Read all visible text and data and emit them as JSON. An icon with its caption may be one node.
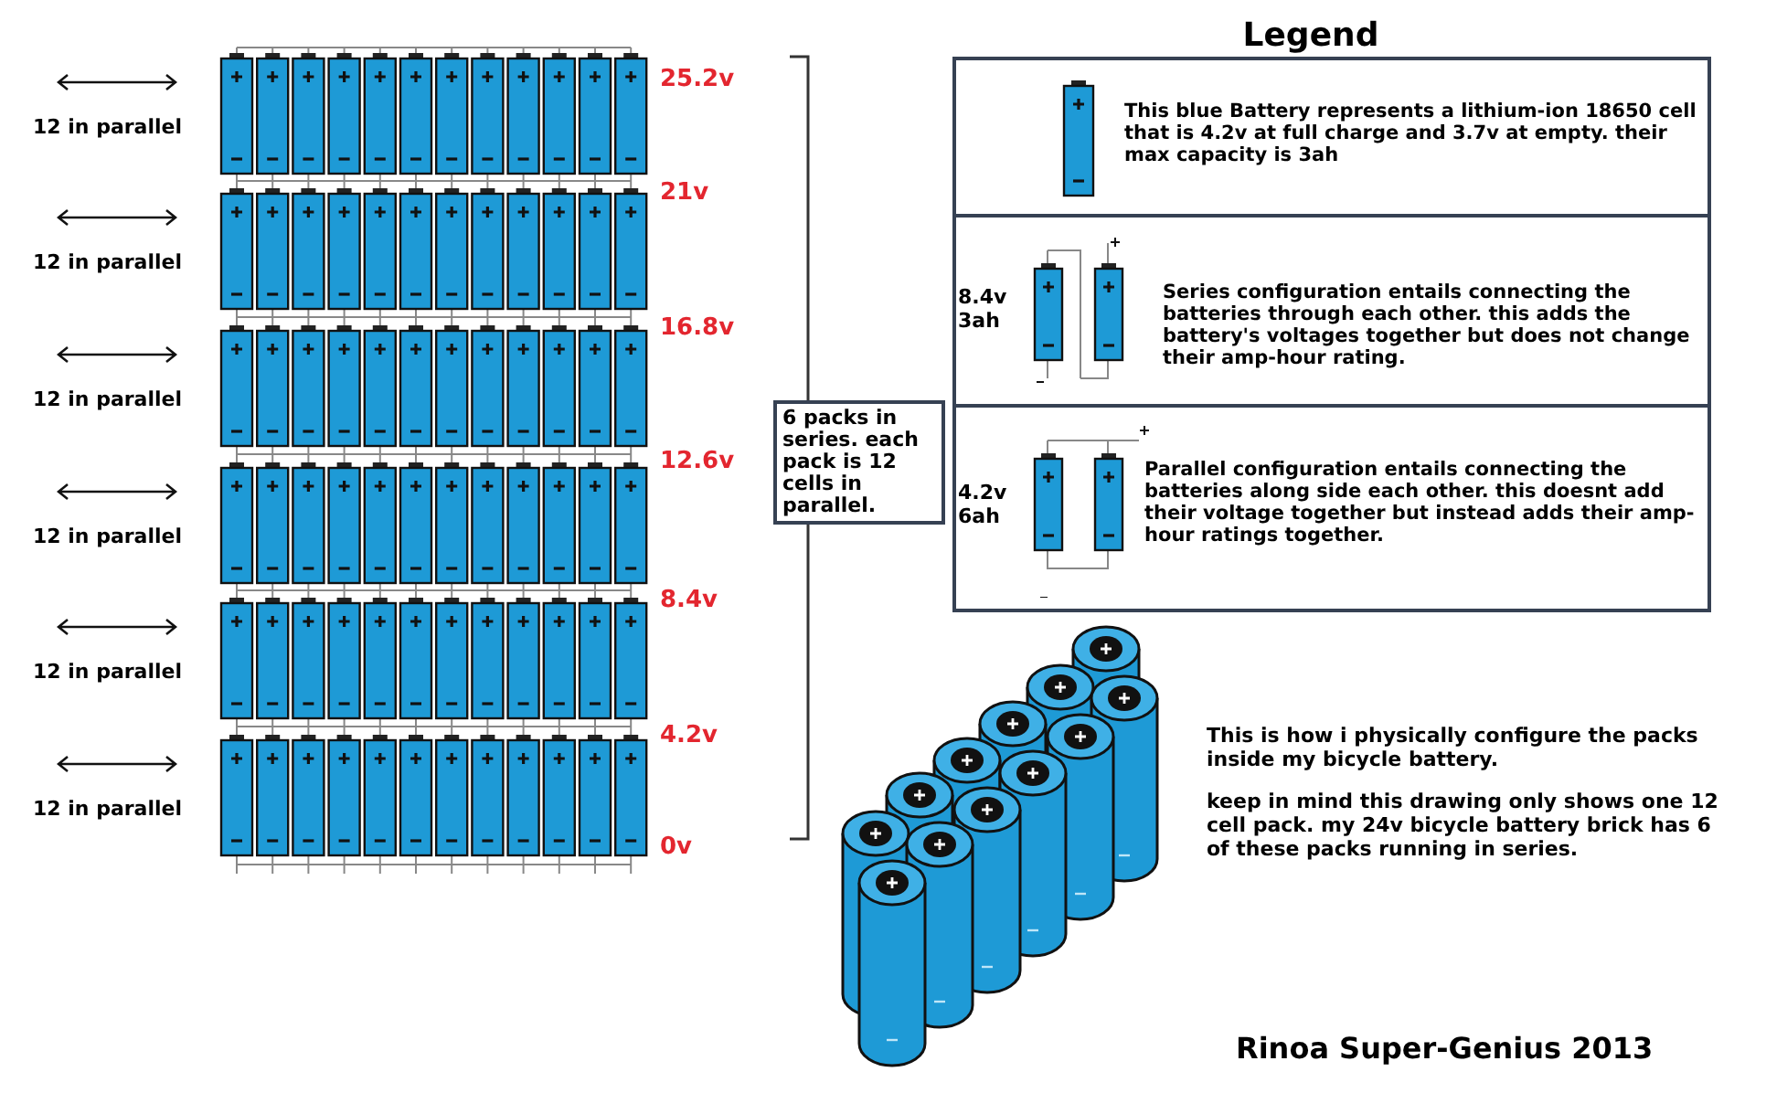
{
  "diagram": {
    "nodes": [
      {
        "text": [
          "Legend"
        ]
      },
      {
        "text": [
          "This blue Battery represents a lithium-ion 18650 cell that is 4.2v at full charge and 3.7v at empty. their max capacity is 3ah"
        ],
        "in": 0
      },
      {
        "text": [
          "8.4v 3ah",
          "Series configuration entails connecting the batteries through each other. this adds the battery's voltages together but does not change their amp-hour rating."
        ],
        "in": 0
      },
      {
        "text": [
          "4.2v 6ah",
          "Parallel configuration entails connecting the batteries along side each other. this doesnt add their voltage together but instead adds their amp-hour ratings together."
        ],
        "in": 0
      },
      {
        "text": [
          "6 packs in series. each pack is 12 cells in parallel."
        ]
      }
    ],
    "labels": [
      "12 in parallel",
      "12 in parallel",
      "12 in parallel",
      "12 in parallel",
      "12 in parallel",
      "12 in parallel",
      "25.2v",
      "21v",
      "16.8v",
      "12.6v",
      "8.4v",
      "4.2v",
      "0v",
      "This is how i physically configure the packs inside my bicycle battery.",
      "keep in mind this drawing only shows one 12 cell pack. my 24v bicycle battery brick has 6 of these packs running in series.",
      "Rinoa Super-Genius 2013"
    ]
  }
}
